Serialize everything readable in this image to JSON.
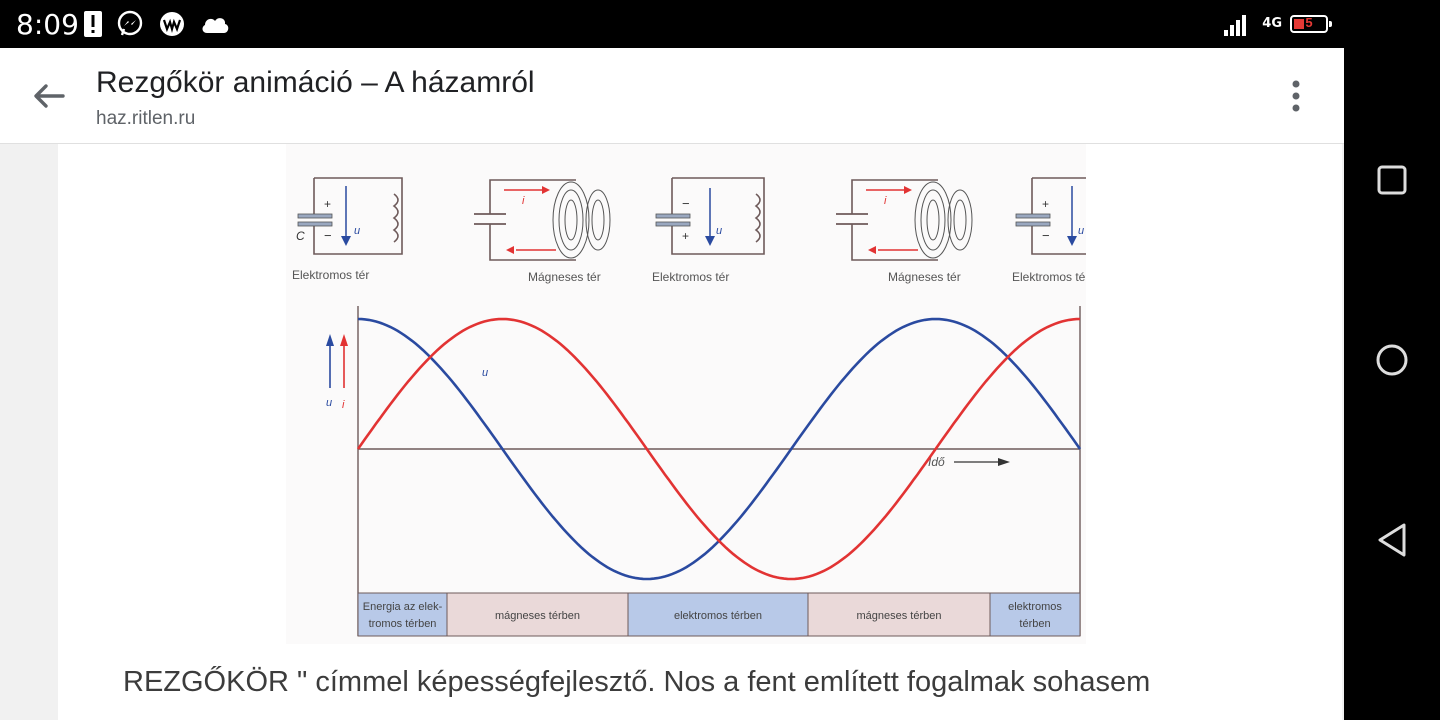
{
  "status_bar": {
    "time": "8:09",
    "network": "4G",
    "battery_percent": "5"
  },
  "app_bar": {
    "title": "Rezgőkör animáció – A házamról",
    "url": "haz.ritlen.ru"
  },
  "figure": {
    "labels": {
      "elektromos": "Elektromos tér",
      "magneses": "Mágneses tér",
      "c": "C",
      "plus": "+",
      "minus": "−",
      "u": "u",
      "i": "i",
      "ido": "Idő"
    },
    "energy_bands": [
      {
        "line1": "Energia az elek-",
        "line2": "tromos térben",
        "color": "#b8c9e8"
      },
      {
        "line1": "mágneses térben",
        "line2": "",
        "color": "#ead9d9"
      },
      {
        "line1": "elektromos térben",
        "line2": "",
        "color": "#b8c9e8"
      },
      {
        "line1": "mágneses térben",
        "line2": "",
        "color": "#ead9d9"
      },
      {
        "line1": "elektromos",
        "line2": "térben",
        "color": "#b8c9e8"
      }
    ]
  },
  "chart_data": {
    "type": "line",
    "xlabel": "Idő",
    "series": [
      {
        "name": "u",
        "color": "#2a4aa0",
        "function": "cosine",
        "amplitude": 1,
        "periods": 1.25
      },
      {
        "name": "i",
        "color": "#e23333",
        "function": "sine",
        "amplitude": 1,
        "periods": 1.25
      }
    ]
  },
  "body": {
    "text": "REZGŐKÖR \" címmel képességfejlesztő. Nos a fent említett fogalmak sohasem"
  }
}
